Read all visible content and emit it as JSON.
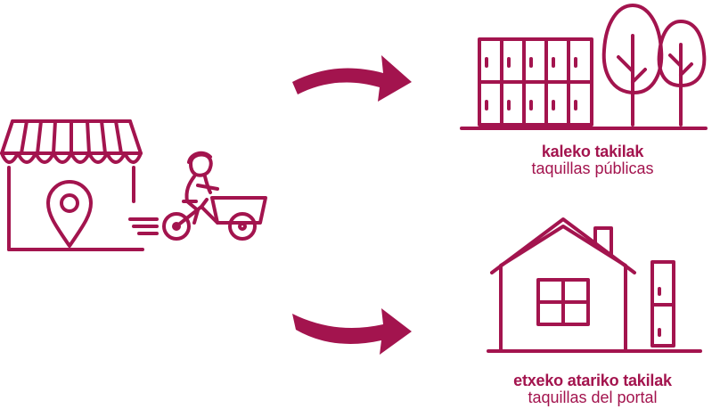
{
  "colors": {
    "brand": "#a3144e"
  },
  "icons": {
    "shop": "shop-awning-icon",
    "location": "map-pin-icon",
    "courier": "cargo-bike-courier-icon",
    "lockers": "public-lockers-icon",
    "trees": "trees-icon",
    "house": "house-icon",
    "portal_locker": "portal-locker-icon",
    "arrow": "curved-arrow-icon"
  },
  "destinations": {
    "public": {
      "title": "kaleko takilak",
      "subtitle": "taquillas públicas"
    },
    "portal": {
      "title": "etxeko atariko takilak",
      "subtitle": "taquillas del portal"
    }
  }
}
